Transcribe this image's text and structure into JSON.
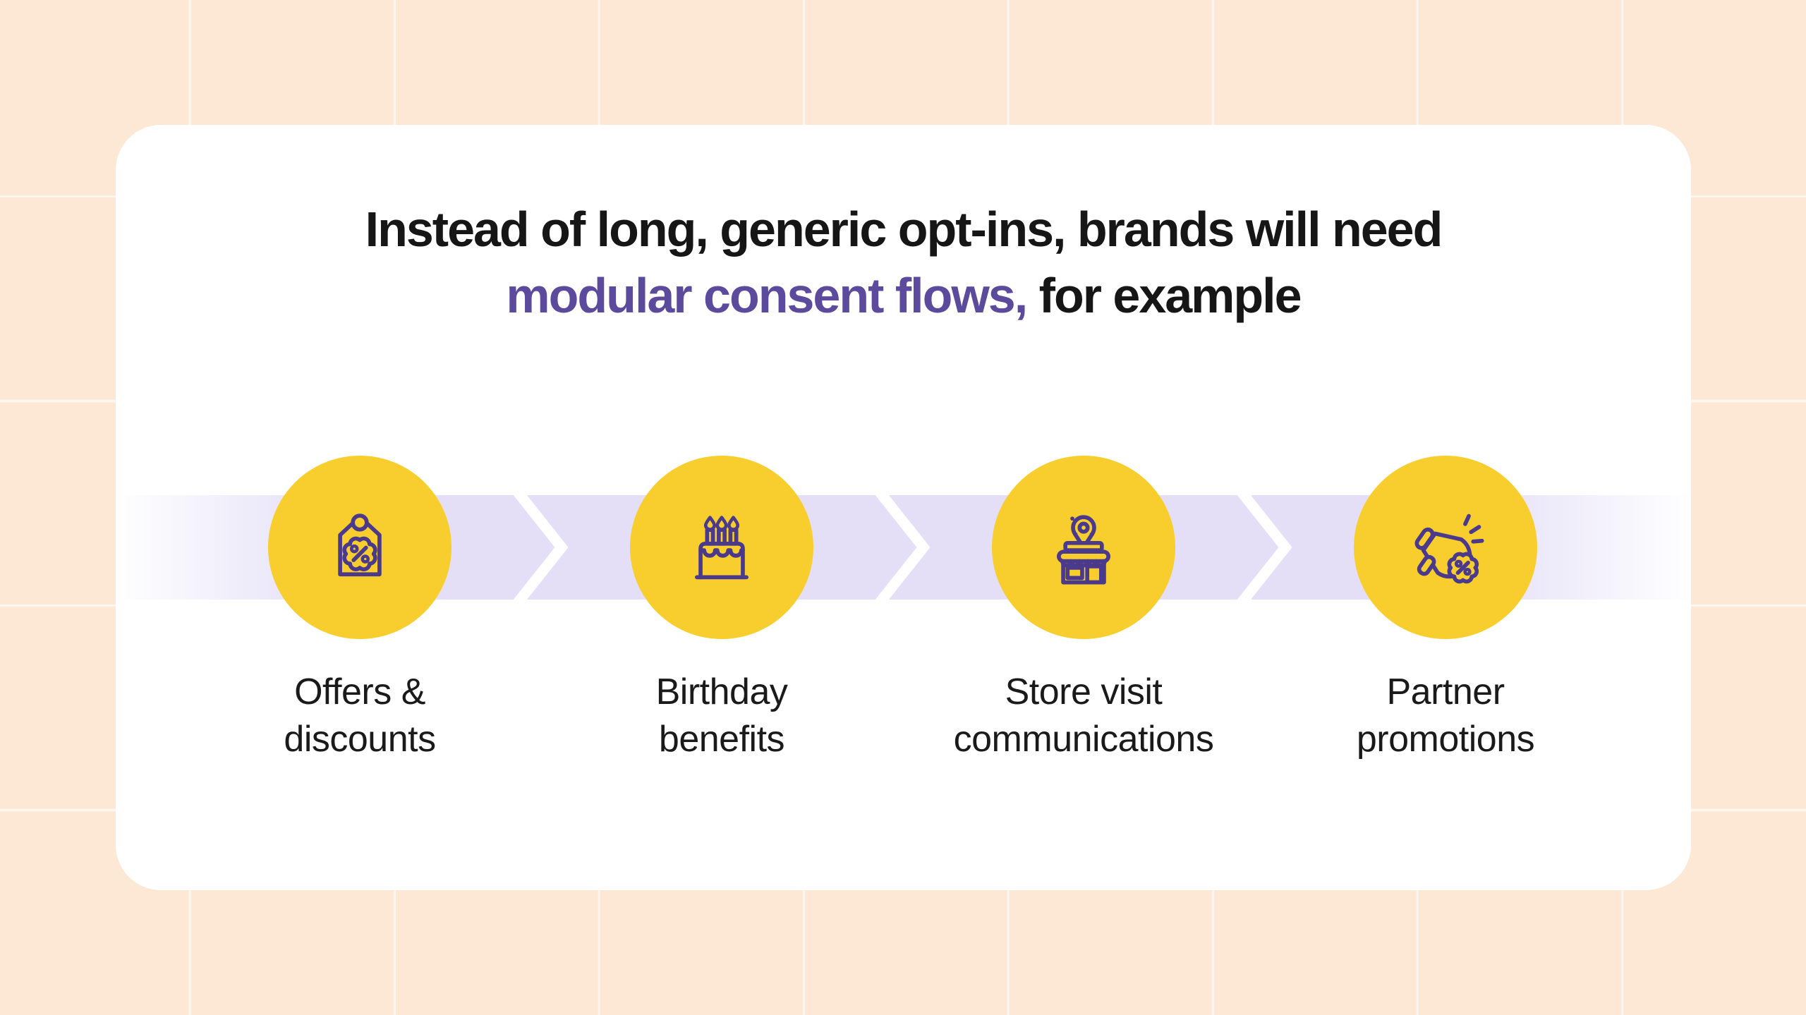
{
  "title": {
    "line1": "Instead of long, generic opt-ins, brands will need",
    "line2_highlight": "modular consent flows,",
    "line2_rest": " for example"
  },
  "steps": [
    {
      "icon": "discount-tag-icon",
      "label_line1": "Offers &",
      "label_line2": "discounts"
    },
    {
      "icon": "birthday-cake-icon",
      "label_line1": "Birthday",
      "label_line2": "benefits"
    },
    {
      "icon": "store-location-icon",
      "label_line1": "Store visit",
      "label_line2": "communications"
    },
    {
      "icon": "megaphone-promo-icon",
      "label_line1": "Partner",
      "label_line2": "promotions"
    }
  ],
  "colors": {
    "background_peach": "#FCE8D5",
    "grid_line": "rgba(255,255,255,0.65)",
    "card_white": "#FFFFFF",
    "band_lavender": "#E4DFF7",
    "circle_yellow": "#F7CE2D",
    "icon_stroke_purple": "#4B3A8C",
    "title_text": "#161616",
    "title_highlight_purple": "#5C4A9D",
    "chevron_white": "#FFFFFF"
  }
}
